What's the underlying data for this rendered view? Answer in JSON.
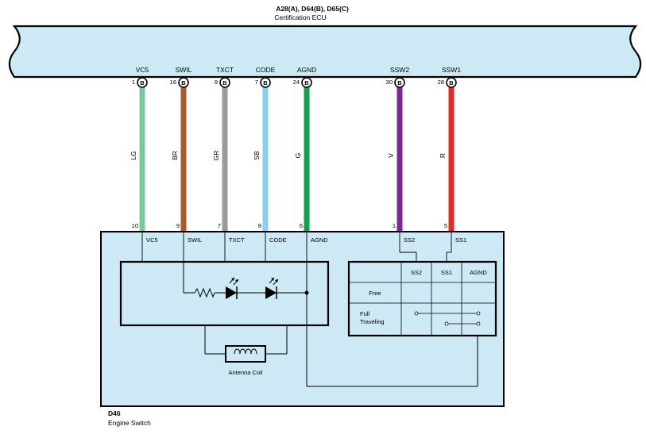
{
  "ecu": {
    "title": "A28(A), D64(B), D65(C)",
    "subtitle": "Certification ECU",
    "fill_color": "#cde9f5"
  },
  "pins": [
    {
      "name": "VC5",
      "number": "1",
      "connector": "B",
      "wire": "LG",
      "color": "#7fc89a",
      "switch_pin": "10",
      "switch_label": "VC5"
    },
    {
      "name": "SWIL",
      "number": "16",
      "connector": "B",
      "wire": "BR",
      "color": "#a85a2e",
      "switch_pin": "9",
      "switch_label": "SWIL"
    },
    {
      "name": "TXCT",
      "number": "9",
      "connector": "B",
      "wire": "GR",
      "color": "#9a9a9a",
      "switch_pin": "7",
      "switch_label": "TXCT"
    },
    {
      "name": "CODE",
      "number": "7",
      "connector": "B",
      "wire": "SB",
      "color": "#86d0ee",
      "switch_pin": "8",
      "switch_label": "CODE"
    },
    {
      "name": "AGND",
      "number": "24",
      "connector": "B",
      "wire": "G",
      "color": "#14a04a",
      "switch_pin": "6",
      "switch_label": "AGND"
    },
    {
      "name": "SSW2",
      "number": "30",
      "connector": "B",
      "wire": "V",
      "color": "#7a2a8e",
      "switch_pin": "1",
      "switch_label": "SS2"
    },
    {
      "name": "SSW1",
      "number": "28",
      "connector": "B",
      "wire": "R",
      "color": "#e02a2a",
      "switch_pin": "5",
      "switch_label": "SS1"
    }
  ],
  "switch": {
    "code": "D46",
    "name": "Engine Switch",
    "antenna_label": "Antenna Coil",
    "table": {
      "headers": [
        "SS2",
        "SS1",
        "AGND"
      ],
      "rows": [
        "Free",
        "Full Traveling"
      ]
    }
  }
}
